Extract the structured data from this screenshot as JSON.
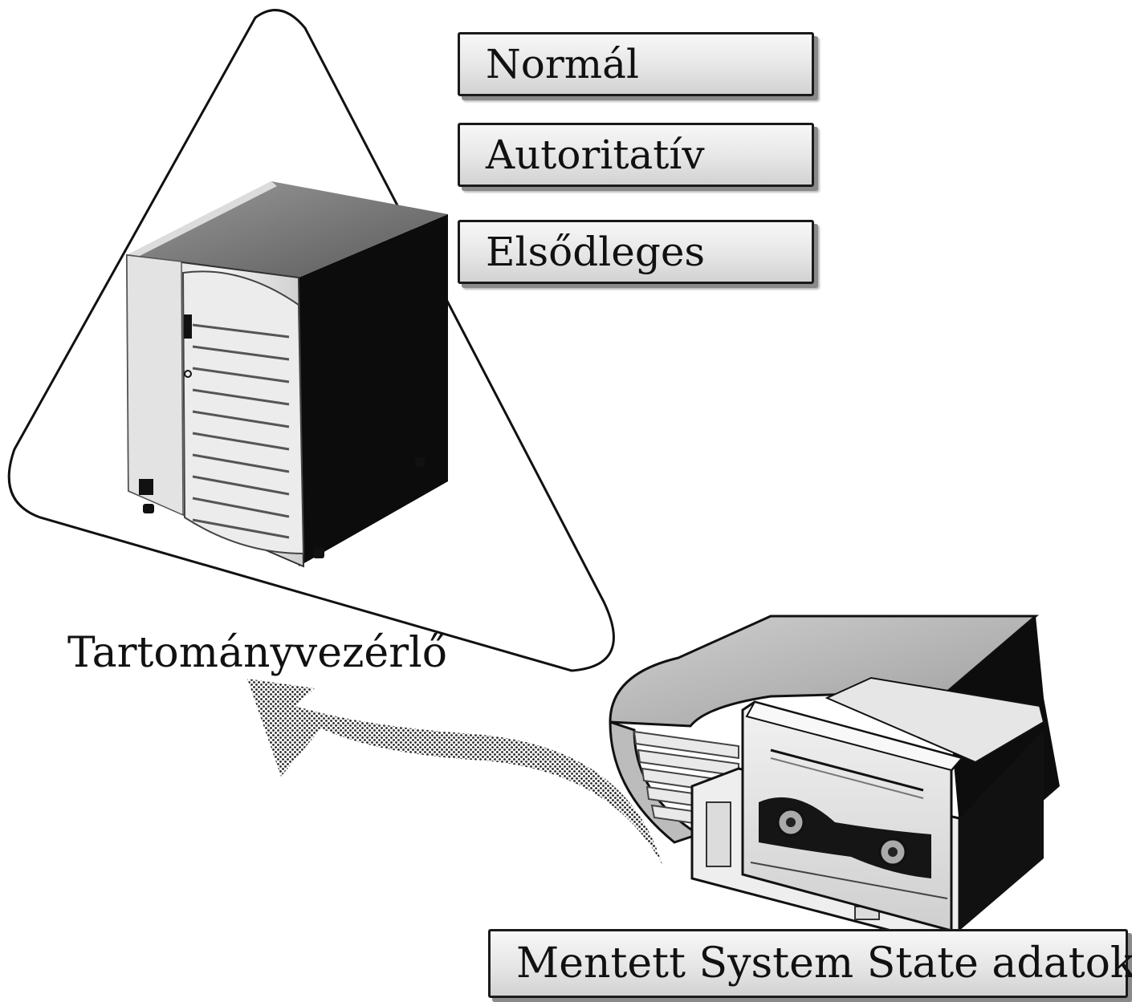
{
  "restore_modes": [
    {
      "label": "Normál"
    },
    {
      "label": "Autoritatív"
    },
    {
      "label": "Elsődleges"
    }
  ],
  "domain_controller": {
    "label": "Tartományvezérlő"
  },
  "backup": {
    "label": "Mentett System State adatok"
  },
  "icons": {
    "server": "server-tower-icon",
    "tape": "tape-cartridge-icon",
    "book": "binder-icon",
    "arrow": "restore-arrow-icon"
  },
  "colors": {
    "ink": "#111111",
    "box_fill": "#e6e6e6",
    "server_dark": "#0d0d0d",
    "server_light": "#eeeeee"
  }
}
